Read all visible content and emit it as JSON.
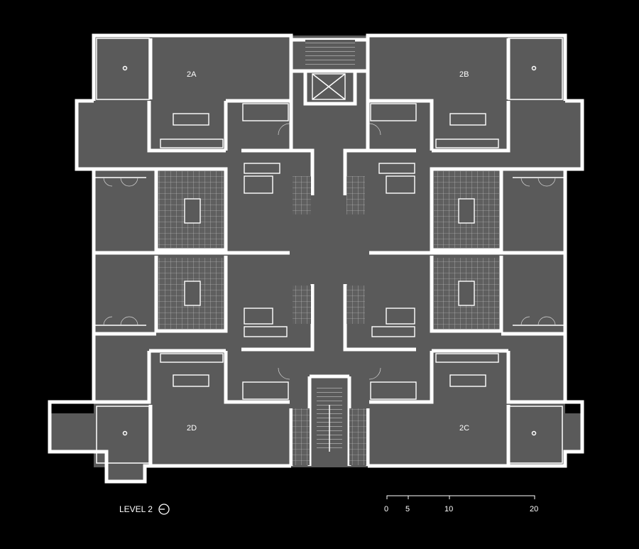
{
  "plan": {
    "units": [
      {
        "id": "2A",
        "label": "2A"
      },
      {
        "id": "2B",
        "label": "2B"
      },
      {
        "id": "2C",
        "label": "2C"
      },
      {
        "id": "2D",
        "label": "2D"
      }
    ],
    "level_label": "LEVEL 2",
    "north_icon": "north-arrow-icon",
    "scale_bar": {
      "ticks": [
        "0",
        "5",
        "10",
        "20"
      ]
    }
  },
  "colors": {
    "background": "#000000",
    "floor": "#5a5a5a",
    "walls": "#ffffff"
  }
}
